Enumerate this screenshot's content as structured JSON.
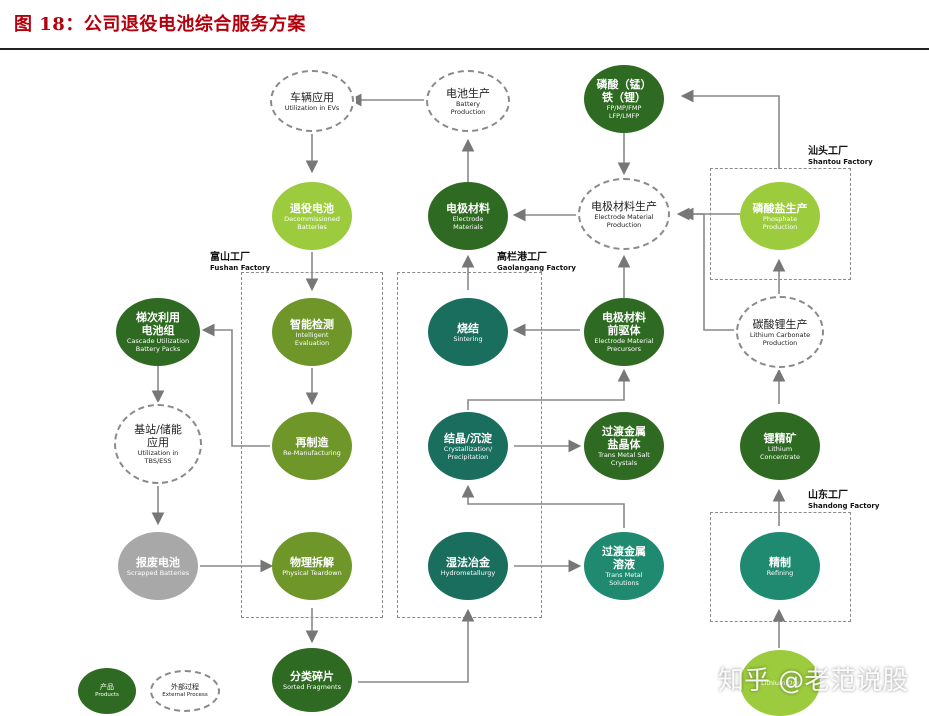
{
  "title": "图 18：公司退役电池综合服务方案",
  "zones": {
    "fushan": {
      "zh": "富山工厂",
      "en": "Fushan Factory"
    },
    "gaolangang": {
      "zh": "高栏港工厂",
      "en": "Gaolangang Factory"
    },
    "shantou": {
      "zh": "汕头工厂",
      "en": "Shantou Factory"
    },
    "shandong": {
      "zh": "山东工厂",
      "en": "Shandong Factory"
    }
  },
  "nodes": {
    "vehicle_application": {
      "zh": "车辆应用",
      "en": "Utilization in EVs"
    },
    "battery_production": {
      "zh": "电池生产",
      "en": "Battery Production"
    },
    "iron_phosphate": {
      "zh": "磷酸（锰）铁（锂）",
      "en": "FP/MP/FMP LFP/LMFP"
    },
    "decommissioned": {
      "zh": "退役电池",
      "en": "Decommissioned Batteries"
    },
    "electrode_materials": {
      "zh": "电极材料",
      "en": "Electrode Materials"
    },
    "electrode_material_production": {
      "zh": "电极材料生产",
      "en": "Electrode Material Production"
    },
    "phosphate_production": {
      "zh": "磷酸盐生产",
      "en": "Phosphate Production"
    },
    "cascade_packs": {
      "zh": "梯次利用电池组",
      "en": "Cascade Utilization Battery Packs"
    },
    "intelligent_evaluation": {
      "zh": "智能检测",
      "en": "Intelligent Evaluation"
    },
    "sintering": {
      "zh": "烧结",
      "en": "Sintering"
    },
    "precursors": {
      "zh": "电极材料前驱体",
      "en": "Electrode Material Precursors"
    },
    "lithium_carbonate": {
      "zh": "碳酸锂生产",
      "en": "Lithium Carbonate Production"
    },
    "tbs_ess": {
      "zh": "基站/储能应用",
      "en": "Utilization in TBS/ESS"
    },
    "remanufacturing": {
      "zh": "再制造",
      "en": "Re-Manufacturing"
    },
    "crystallization": {
      "zh": "结晶/沉淀",
      "en": "Crystallization/ Precipitation"
    },
    "salt_crystals": {
      "zh": "过渡金属盐晶体",
      "en": "Trans Metal Salt Crystals"
    },
    "lithium_concentrate": {
      "zh": "锂精矿",
      "en": "Lithium Concentrate"
    },
    "scrapped": {
      "zh": "报废电池",
      "en": "Scrapped Batteries"
    },
    "teardown": {
      "zh": "物理拆解",
      "en": "Physical Teardown"
    },
    "hydrometallurgy": {
      "zh": "湿法冶金",
      "en": "Hydrometallurgy"
    },
    "solutions": {
      "zh": "过渡金属溶液",
      "en": "Trans Metal Solutions"
    },
    "refining": {
      "zh": "精制",
      "en": "Refining"
    },
    "sorted_fragments": {
      "zh": "分类碎片",
      "en": "Sorted Fragments"
    },
    "lithium_ore": {
      "zh": "",
      "en": "Lithium Ore"
    }
  },
  "legend": {
    "product": {
      "zh": "产品",
      "en": "Products"
    },
    "external": {
      "zh": "外部过程",
      "en": "External Process"
    }
  },
  "watermark": "知乎 @老范说股",
  "colors": {
    "title": "#b3000d",
    "dark_green": "#2f6a22",
    "olive": "#6f9629",
    "lime": "#9ccc3d",
    "teal": "#1f8a6f",
    "dark_teal": "#1a6e5e",
    "grey": "#a8a8a8"
  }
}
